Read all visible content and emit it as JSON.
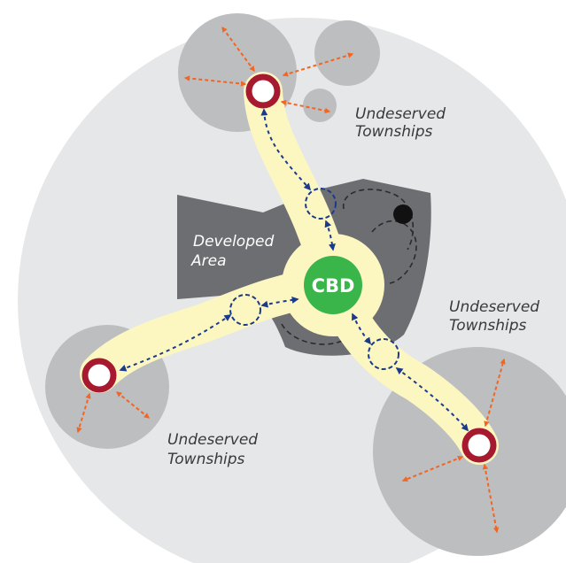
{
  "labels": {
    "cbd": "CBD",
    "developed_line1": "Developed",
    "developed_line2": "Area",
    "township_top_line1": "Undeserved",
    "township_top_line2": "Townships",
    "township_right_line1": "Undeserved",
    "township_right_line2": "Townships",
    "township_left_line1": "Undeserved",
    "township_left_line2": "Townships"
  },
  "colors": {
    "background_circle": "#e6e7e8",
    "township_circle": "#bcbec0",
    "developed_area": "#6d6e71",
    "corridor": "#fcf6c1",
    "cbd_green": "#39b54a",
    "node_ring": "#a6192e",
    "local_arrow": "#f26522",
    "corridor_arrow": "#1b3a8c",
    "station_outline": "#1b3a8c",
    "dark_dot": "#111111"
  },
  "icons": {
    "hub_node": "ring-node",
    "station": "dashed-circle-station",
    "local_link": "orange-double-arrow",
    "corridor_link": "blue-dashed-double-arrow"
  }
}
